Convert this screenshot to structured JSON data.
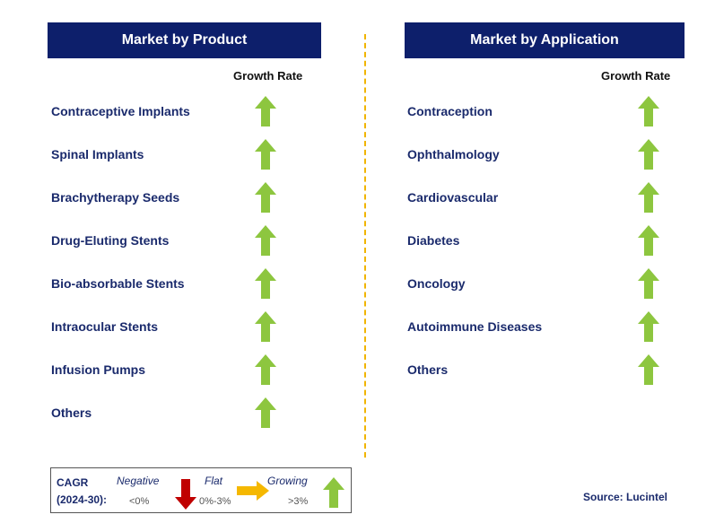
{
  "left": {
    "title": "Market by Product",
    "growth_label": "Growth Rate",
    "items": [
      {
        "label": "Contraceptive Implants",
        "trend": "growing"
      },
      {
        "label": "Spinal Implants",
        "trend": "growing"
      },
      {
        "label": "Brachytherapy Seeds",
        "trend": "growing"
      },
      {
        "label": "Drug-Eluting Stents",
        "trend": "growing"
      },
      {
        "label": "Bio-absorbable Stents",
        "trend": "growing"
      },
      {
        "label": "Intraocular Stents",
        "trend": "growing"
      },
      {
        "label": "Infusion Pumps",
        "trend": "growing"
      },
      {
        "label": "Others",
        "trend": "growing"
      }
    ]
  },
  "right": {
    "title": "Market by Application",
    "growth_label": "Growth Rate",
    "items": [
      {
        "label": "Contraception",
        "trend": "growing"
      },
      {
        "label": "Ophthalmology",
        "trend": "growing"
      },
      {
        "label": "Cardiovascular",
        "trend": "growing"
      },
      {
        "label": "Diabetes",
        "trend": "growing"
      },
      {
        "label": "Oncology",
        "trend": "growing"
      },
      {
        "label": "Autoimmune Diseases",
        "trend": "growing"
      },
      {
        "label": "Others",
        "trend": "growing"
      }
    ]
  },
  "legend": {
    "cagr_line1": "CAGR",
    "cagr_line2": "(2024-30):",
    "negative_label": "Negative",
    "negative_value": "<0%",
    "flat_label": "Flat",
    "flat_value": "0%-3%",
    "growing_label": "Growing",
    "growing_value": ">3%"
  },
  "source": "Source: Lucintel",
  "colors": {
    "header_bg": "#0d1f6b",
    "text": "#1a2a6c",
    "growing": "#8dc63f",
    "negative": "#c00000",
    "flat": "#f5b800",
    "divider": "#f0b400"
  }
}
